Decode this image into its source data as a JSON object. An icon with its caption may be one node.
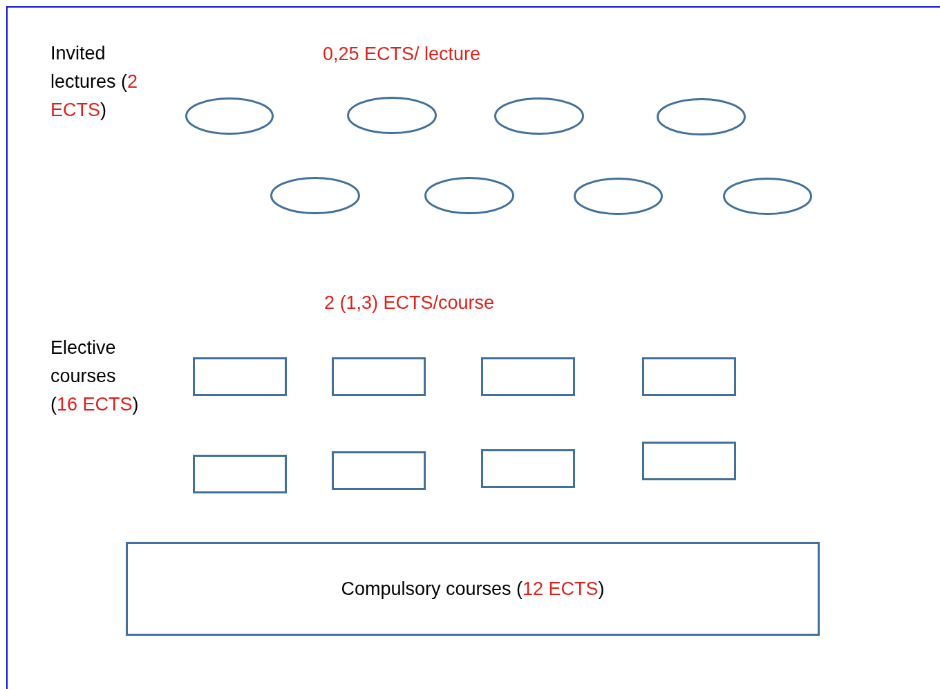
{
  "diagram": {
    "nodes": [
      {
        "text": [],
        "shape": "ellipse"
      },
      {
        "text": [],
        "shape": "ellipse"
      },
      {
        "text": [],
        "shape": "ellipse"
      },
      {
        "text": [],
        "shape": "ellipse"
      },
      {
        "text": [],
        "shape": "ellipse"
      },
      {
        "text": [],
        "shape": "ellipse"
      },
      {
        "text": [],
        "shape": "ellipse"
      },
      {
        "text": [],
        "shape": "ellipse"
      },
      {
        "text": [],
        "shape": "box"
      },
      {
        "text": [],
        "shape": "box"
      },
      {
        "text": [],
        "shape": "box"
      },
      {
        "text": [],
        "shape": "box"
      },
      {
        "text": [],
        "shape": "box"
      },
      {
        "text": [],
        "shape": "box"
      },
      {
        "text": [],
        "shape": "box"
      },
      {
        "text": [],
        "shape": "box"
      },
      {
        "text": [
          "Compulsory courses (12 ECTS)"
        ]
      }
    ],
    "labels": [
      "Invited lectures (2 ECTS)",
      "0,25 ECTS/ lecture",
      "2 (1,3) ECTS/course",
      "Elective courses (16 ECTS)"
    ]
  }
}
